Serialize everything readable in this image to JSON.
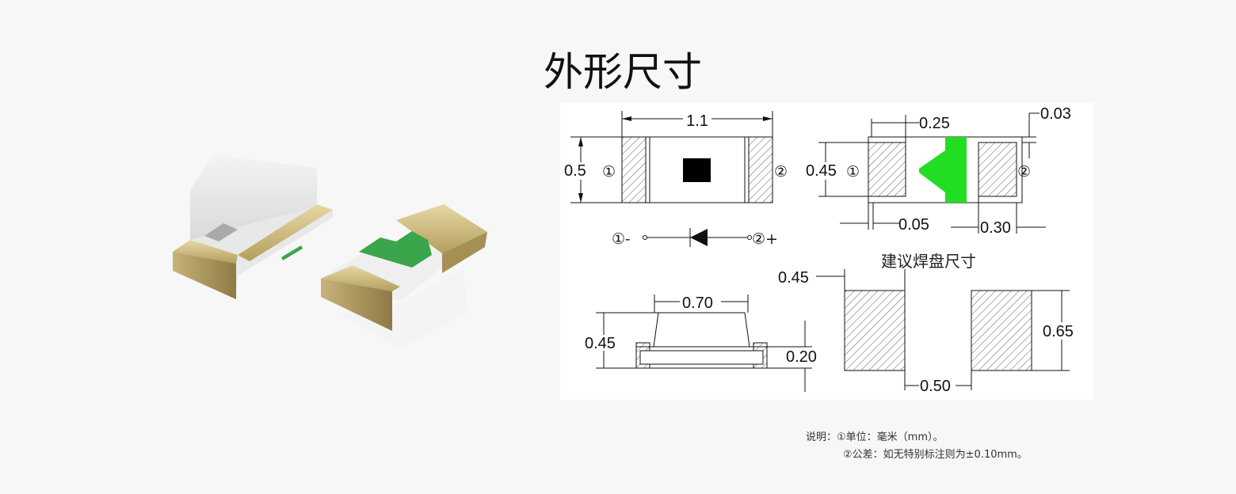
{
  "title": "外形尺寸",
  "top_view": {
    "width": "1.1",
    "height": "0.5",
    "pin1": "①",
    "pin2": "②"
  },
  "symbol": {
    "pin1": "①-",
    "pin2": "②+"
  },
  "bottom_view": {
    "pad_width": "0.25",
    "offset_top": "0.03",
    "height": "0.45",
    "offset_left": "0.05",
    "right_pad": "0.30",
    "pin1": "①",
    "pin2": "②"
  },
  "side_view": {
    "dome_width": "0.70",
    "height": "0.45",
    "base_height": "0.20"
  },
  "pads": {
    "title": "建议焊盘尺寸",
    "pad_width": "0.45",
    "pad_height": "0.65",
    "gap": "0.50"
  },
  "notes": {
    "line1": "说明：①单位：毫米（mm）。",
    "line2": "②公差：如无特别标注则为±0.10mm。"
  },
  "colors": {
    "green": "#22dd22",
    "gold": "#c9b57a",
    "led_green": "#3aa54a"
  }
}
